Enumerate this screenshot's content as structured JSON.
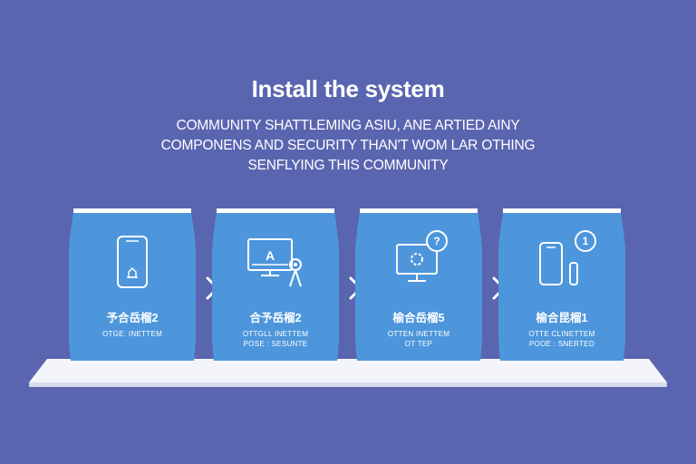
{
  "page": {
    "title": "Install the system",
    "subtitle_lines": [
      "COMMUNITY SHATTLEMING ASIU, ANE ARTIED AINY",
      "COMPONENS AND SECURITY THAN'T WOM LAR OTHING",
      "SENFLYING THIS COMMUNITY"
    ]
  },
  "steps": [
    {
      "label": "予合岳榴2",
      "sub": [
        "OTGE: INETTEM"
      ],
      "icon": "smartphone-icon"
    },
    {
      "label": "合予岳榴2",
      "sub": [
        "OTTGLL INETTEM",
        "POSE : SESUNTE"
      ],
      "icon": "computer-user-icon"
    },
    {
      "label": "榆合岳榴5",
      "sub": [
        "OTTEN INETTEM",
        "OT TEP"
      ],
      "icon": "monitor-help-icon"
    },
    {
      "label": "榆合昆榴1",
      "sub": [
        "OTTE CLINETTEM",
        "POOE : SNERTED"
      ],
      "icon": "phone-battery-icon"
    }
  ],
  "badges": {
    "step3": "?",
    "step4": "1"
  },
  "colors": {
    "background": "#5a65b0",
    "card": "#4d96dc",
    "card_top": "#ffffff",
    "text": "#ffffff",
    "platform": "#f3f4f9"
  }
}
